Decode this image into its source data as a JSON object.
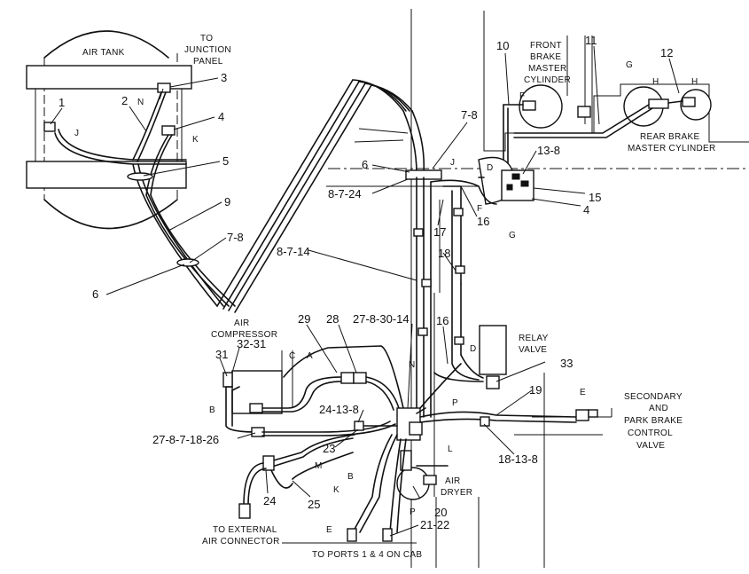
{
  "components": {
    "air_tank": "AIR TANK",
    "to_junction_panel": [
      "TO",
      "JUNCTION",
      "PANEL"
    ],
    "front_brake_master_cylinder": [
      "FRONT",
      "BRAKE",
      "MASTER",
      "CYLINDER"
    ],
    "rear_brake_master_cylinder": [
      "REAR  BRAKE",
      "MASTER CYLINDER"
    ],
    "air_compressor": [
      "AIR",
      "COMPRESSOR"
    ],
    "relay_valve": [
      "RELAY",
      "VALVE"
    ],
    "secondary_park_brake_control_valve": [
      "SECONDARY",
      "AND",
      "PARK BRAKE",
      "CONTROL",
      "VALVE"
    ],
    "air_dryer": [
      "AIR",
      "DRYER"
    ],
    "to_external_air_connector": [
      "TO EXTERNAL",
      "AIR CONNECTOR"
    ],
    "to_ports_on_cab": "TO PORTS 1 & 4 ON CAB"
  },
  "callouts": {
    "c1": "1",
    "c2": "2",
    "c3": "3",
    "c4": "4",
    "c5": "5",
    "c6a": "6",
    "c6b": "6",
    "c7_8a": "7-8",
    "c7_8b": "7-8",
    "c8_7_24": "8-7-24",
    "c8_7_14": "8-7-14",
    "c9": "9",
    "c10": "10",
    "c11": "11",
    "c12": "12",
    "c13_8a": "13-8",
    "c15": "15",
    "c4b": "4",
    "c16a": "16",
    "c16b": "16",
    "c17": "17",
    "c18": "18",
    "c19": "19",
    "c20": "20",
    "c21_22": "21-22",
    "c23": "23",
    "c24a": "24",
    "c24_13_8": "24-13-8",
    "c25": "25",
    "c27_8_30_14": "27-8-30-14",
    "c27_8_7_18_26": "27-8-7-18-26",
    "c28": "28",
    "c29": "29",
    "c31": "31",
    "c32_31": "32-31",
    "c33": "33",
    "c18_13_8": "18-13-8"
  },
  "hose_letters": {
    "n1": "N",
    "j1": "J",
    "k1": "K",
    "f1": "F",
    "g1": "G",
    "h1": "H",
    "h2": "H",
    "j2": "J",
    "d1": "D",
    "f2": "F",
    "g2": "G",
    "d2": "D",
    "n2": "N",
    "p1": "P",
    "e1": "E",
    "c1": "C",
    "a1": "A",
    "b1": "B",
    "m1": "M",
    "l1": "L",
    "b2": "B",
    "k2": "K",
    "p2": "P",
    "e2": "E"
  }
}
